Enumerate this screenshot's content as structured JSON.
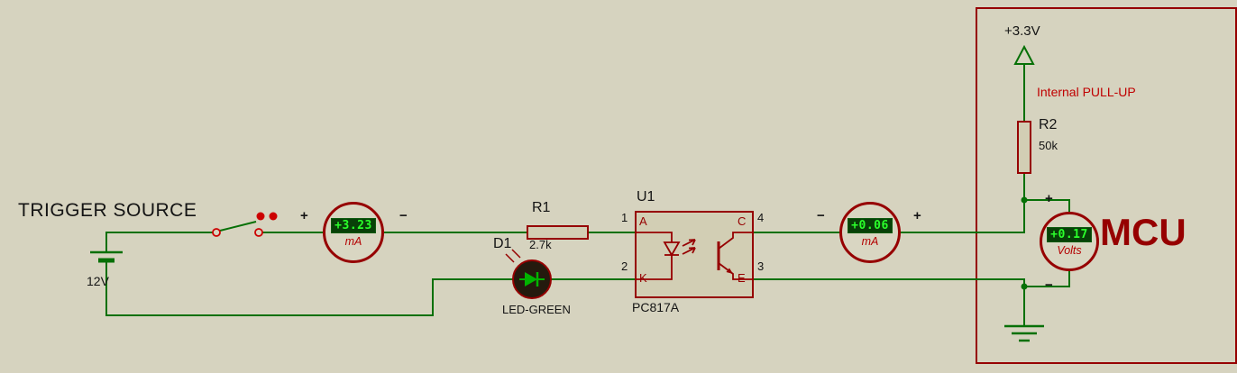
{
  "colors": {
    "background": "#d6d3bf",
    "wire": "#067006",
    "component_outline": "#960000",
    "component_fill": "#d2ceb4",
    "lcd_bg": "#084008",
    "lcd_text": "#2bff2b",
    "meter_unit_text": "#b40000",
    "annotation_red": "#c00000",
    "switch_red": "#cc0000",
    "led_body": "#241a0e",
    "led_symbol": "#00b400"
  },
  "source": {
    "title": "TRIGGER SOURCE",
    "battery_value": "12V"
  },
  "meters": {
    "input_current": {
      "reading": "+3.23",
      "unit": "mA",
      "plus": "+",
      "minus": "−"
    },
    "output_current": {
      "reading": "+0.06",
      "unit": "mA",
      "plus": "+",
      "minus": "−"
    },
    "mcu_voltage": {
      "reading": "+0.17",
      "unit": "Volts",
      "plus": "+",
      "minus": "−"
    }
  },
  "resistors": {
    "r1": {
      "ref": "R1",
      "value": "2.7k"
    },
    "r2": {
      "ref": "R2",
      "value": "50k"
    }
  },
  "led": {
    "ref": "D1",
    "value": "LED-GREEN"
  },
  "optocoupler": {
    "ref": "U1",
    "part": "PC817A",
    "pins": {
      "anode": {
        "number": "1",
        "name": "A"
      },
      "cathode": {
        "number": "2",
        "name": "K"
      },
      "collector": {
        "number": "4",
        "name": "C"
      },
      "emitter": {
        "number": "3",
        "name": "E"
      }
    }
  },
  "mcu": {
    "label": "MCU",
    "power_rail": "+3.3V",
    "pullup_note": "Internal PULL-UP"
  }
}
